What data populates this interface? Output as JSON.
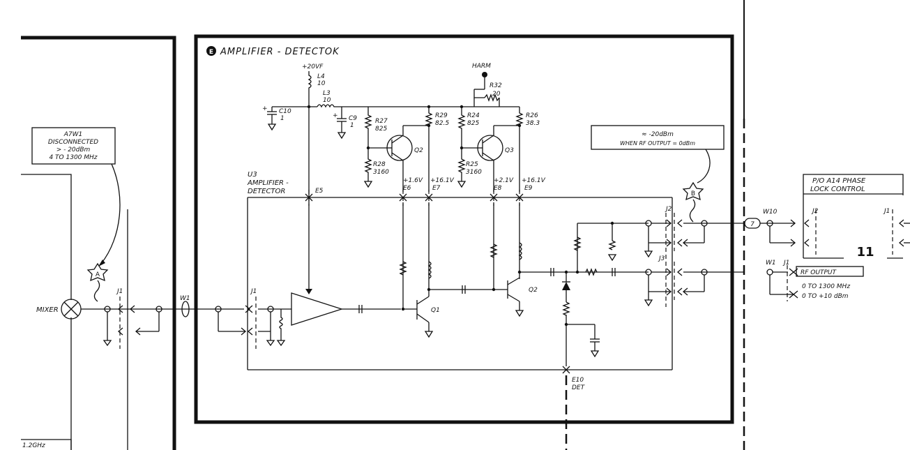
{
  "section_title": "AMPLIFIER - DETECTOK",
  "section_marker": "E",
  "section_number": "11",
  "supply": "+20VF",
  "harm_label": "HARM",
  "components": {
    "L4": {
      "ref": "L4",
      "value": "10"
    },
    "L3": {
      "ref": "L3",
      "value": "10"
    },
    "C10": {
      "ref": "C10",
      "value": "1"
    },
    "C9": {
      "ref": "C9",
      "value": "1"
    },
    "R27": {
      "ref": "R27",
      "value": "825"
    },
    "R28": {
      "ref": "R28",
      "value": "3160"
    },
    "R29": {
      "ref": "R29",
      "value": "82.5"
    },
    "R24": {
      "ref": "R24",
      "value": "825"
    },
    "R25": {
      "ref": "R25",
      "value": "3160"
    },
    "R32": {
      "ref": "R32",
      "value": "20"
    },
    "R26": {
      "ref": "R26",
      "value": "38.3"
    },
    "Q2a": "Q2",
    "Q3": "Q3",
    "Q1": "Q1",
    "Q2b": "Q2"
  },
  "ic": {
    "ref": "U3",
    "line1": "AMPLIFIER -",
    "line2": "DETECTOR"
  },
  "test_points": {
    "E5": "E5",
    "E6": "E6",
    "E6_v": "+1.6V",
    "E7": "E7",
    "E7_v": "+16.1V",
    "E8": "E8",
    "E8_v": "+2.1V",
    "E9": "E9",
    "E9_v": "+16.1V",
    "E10": "E10",
    "E10_sub": "DET"
  },
  "connectors": {
    "J1_left": "J1",
    "W1_mid": "W1",
    "J1_in": "J1",
    "J2": "J2",
    "J3": "J3",
    "W10": "W10",
    "W10_num": "7",
    "W1_right": "W1",
    "J1_right": "J1",
    "J2_lock": "J2",
    "J1_lock": "J1"
  },
  "mixer_label": "MIXER",
  "probe_a": "A",
  "probe_b": "B",
  "note_a": {
    "l1": "A7W1",
    "l2": "DISCONNECTED",
    "l3": "> - 20dBm",
    "l4": "4 TO 1300 MHz"
  },
  "note_b": {
    "l1": "≈ -20dBm",
    "l2": "WHEN RF OUTPUT = 0dBm"
  },
  "lock_box": {
    "l1": "P/O A14 PHASE",
    "l2": "LOCK CONTROL"
  },
  "rf_output": {
    "label": "RF OUTPUT",
    "l1": "0 TO 1300 MHz",
    "l2": "0 TO +10 dBm"
  },
  "freq_left": "1.2GHz",
  "colors": {
    "ink": "#111111",
    "paper": "#ffffff"
  }
}
